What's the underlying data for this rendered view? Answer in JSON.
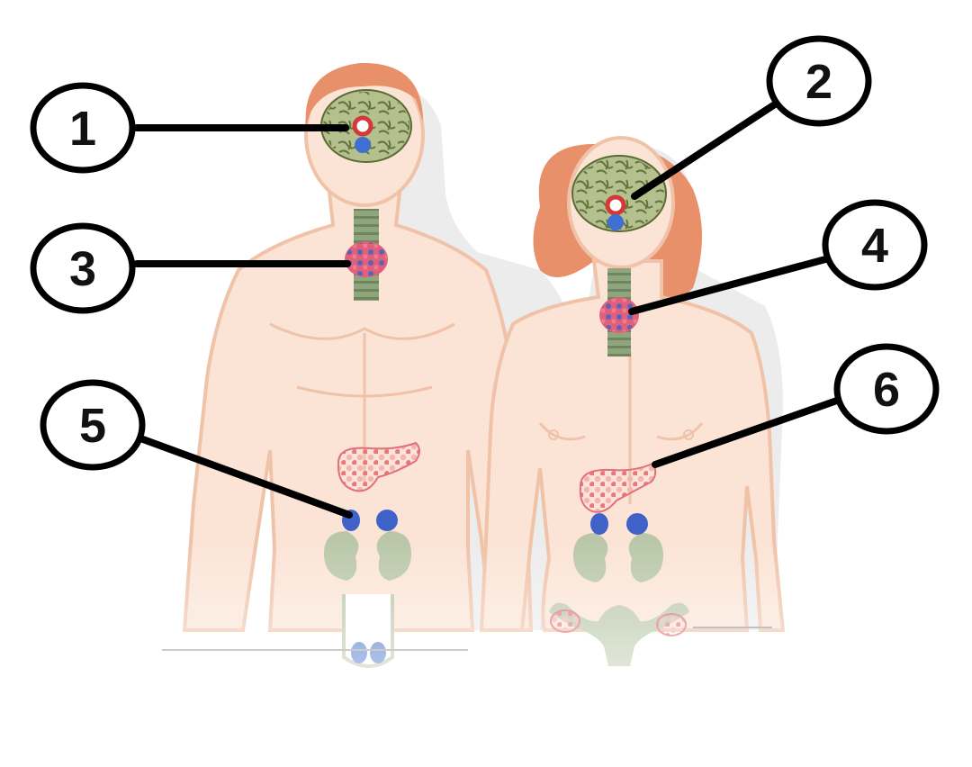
{
  "diagram": {
    "callouts": [
      {
        "id": 1,
        "label": "1"
      },
      {
        "id": 2,
        "label": "2"
      },
      {
        "id": 3,
        "label": "3"
      },
      {
        "id": 4,
        "label": "4"
      },
      {
        "id": 5,
        "label": "5"
      },
      {
        "id": 6,
        "label": "6"
      }
    ],
    "figures": [
      "male",
      "female"
    ],
    "colors": {
      "skin": "#fbe4d6",
      "skin_outline": "#f0c2a8",
      "shadow": "#d9d9dc",
      "hair": "#e8906a",
      "brain": "#b5c08f",
      "brain_lines": "#5b6b34",
      "trachea": "#8fa57b",
      "thyroid": "#e0607a",
      "thyroid_dots": "#5a63b8",
      "pancreas": "#ef8f8f",
      "kidney": "#b9c7a8",
      "adrenal": "#3f62c9",
      "hypothalamus": "#d23a3a",
      "pituitary": "#3f6fd1",
      "ovary": "#e7859b",
      "uterus": "#b9c7a8",
      "callout_line": "#000000"
    }
  }
}
